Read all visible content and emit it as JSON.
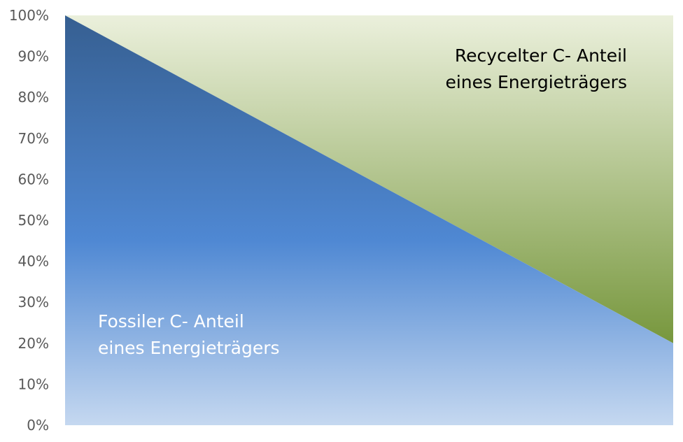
{
  "chart_data": {
    "type": "area",
    "stacked": true,
    "x": [
      0,
      1
    ],
    "series": [
      {
        "name": "Fossiler C- Anteil eines Energieträgers",
        "values": [
          100,
          20
        ],
        "label_lines": [
          "Fossiler C- Anteil",
          "eines Energieträgers"
        ],
        "colors": [
          "#365f91",
          "#4f88d3",
          "#c5d8f0"
        ]
      },
      {
        "name": "Recycelter C- Anteil eines Energieträgers",
        "values": [
          0,
          80
        ],
        "label_lines": [
          "Recycelter C- Anteil",
          "eines Energieträgers"
        ],
        "colors": [
          "#ebf0dc",
          "#77973d"
        ]
      }
    ],
    "ylim": [
      0,
      100
    ],
    "yticks": [
      "0%",
      "10%",
      "20%",
      "30%",
      "40%",
      "50%",
      "60%",
      "70%",
      "80%",
      "90%",
      "100%"
    ],
    "xlabel": "",
    "ylabel": "",
    "grid": false,
    "legend": "none"
  }
}
